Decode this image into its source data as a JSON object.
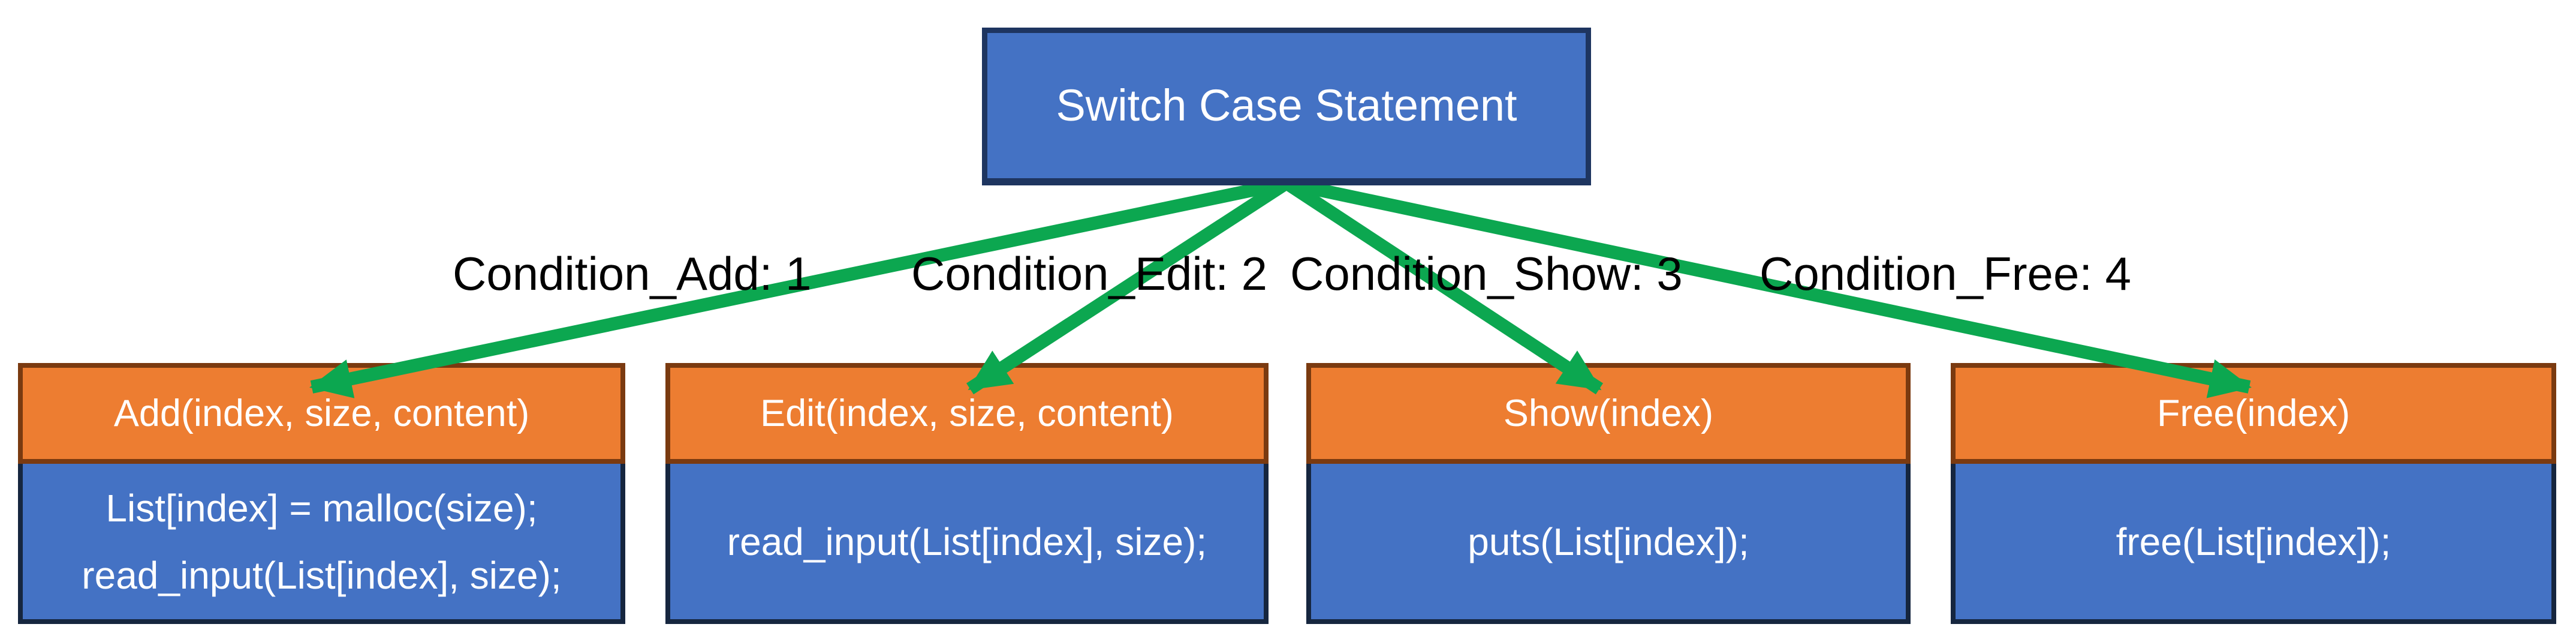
{
  "diagram": {
    "root": {
      "label": "Switch Case Statement"
    },
    "branch_labels": [
      {
        "text": "Condition_Add: 1"
      },
      {
        "text": "Condition_Edit: 2"
      },
      {
        "text": "Condition_Show: 3"
      },
      {
        "text": "Condition_Free: 4"
      }
    ],
    "cases": [
      {
        "header": "Add(index, size, content)",
        "body_lines": [
          "List[index] = malloc(size);",
          "read_input(List[index], size);"
        ]
      },
      {
        "header": "Edit(index, size, content)",
        "body_lines": [
          "read_input(List[index], size);"
        ]
      },
      {
        "header": "Show(index)",
        "body_lines": [
          "puts(List[index]);"
        ]
      },
      {
        "header": "Free(index)",
        "body_lines": [
          "free(List[index]);"
        ]
      }
    ],
    "colors": {
      "node_fill": "#4472C4",
      "node_border": "#1E3560",
      "node_border_dark": "#16263F",
      "header_fill": "#ED7D31",
      "header_border": "#7A3A10",
      "arrow_green": "#0CA750",
      "node_text": "#FFFFFF",
      "label_text": "#000000",
      "background": "#FFFFFF"
    }
  }
}
